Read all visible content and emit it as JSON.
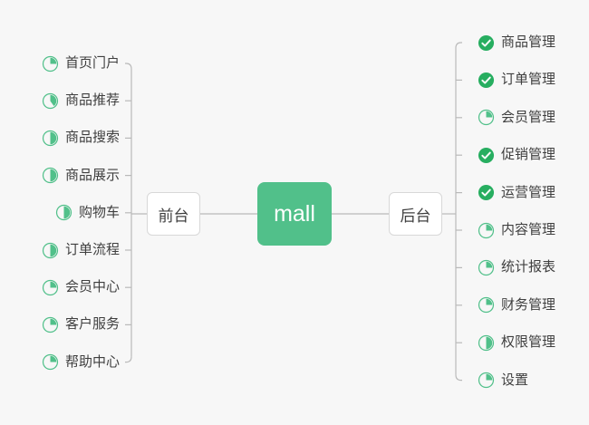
{
  "diagram": {
    "type": "mind-map",
    "title": "mall",
    "background_color": "#f7f7f7",
    "accent_color": "#51c08a",
    "done_color": "#27ae60",
    "connector_color": "#b9b9b9",
    "text_color": "#3f3f3f"
  },
  "root": {
    "label": "mall"
  },
  "branches": [
    {
      "id": "front",
      "label": "前台",
      "side": "left",
      "items": [
        {
          "label": "首页门户",
          "icon": "pie-progress-icon",
          "progress": 25,
          "status": "in-progress"
        },
        {
          "label": "商品推荐",
          "icon": "pie-progress-icon",
          "progress": 40,
          "status": "in-progress"
        },
        {
          "label": "商品搜索",
          "icon": "pie-progress-icon",
          "progress": 50,
          "status": "in-progress"
        },
        {
          "label": "商品展示",
          "icon": "pie-progress-icon",
          "progress": 50,
          "status": "in-progress"
        },
        {
          "label": "购物车",
          "icon": "pie-progress-icon",
          "progress": 50,
          "status": "in-progress"
        },
        {
          "label": "订单流程",
          "icon": "pie-progress-icon",
          "progress": 50,
          "status": "in-progress"
        },
        {
          "label": "会员中心",
          "icon": "pie-progress-icon",
          "progress": 25,
          "status": "in-progress"
        },
        {
          "label": "客户服务",
          "icon": "pie-progress-icon",
          "progress": 25,
          "status": "in-progress"
        },
        {
          "label": "帮助中心",
          "icon": "pie-progress-icon",
          "progress": 25,
          "status": "in-progress"
        }
      ]
    },
    {
      "id": "back",
      "label": "后台",
      "side": "right",
      "items": [
        {
          "label": "商品管理",
          "icon": "check-circle-icon",
          "progress": 100,
          "status": "done"
        },
        {
          "label": "订单管理",
          "icon": "check-circle-icon",
          "progress": 100,
          "status": "done"
        },
        {
          "label": "会员管理",
          "icon": "pie-progress-icon",
          "progress": 25,
          "status": "in-progress"
        },
        {
          "label": "促销管理",
          "icon": "check-circle-icon",
          "progress": 100,
          "status": "done"
        },
        {
          "label": "运营管理",
          "icon": "check-circle-icon",
          "progress": 100,
          "status": "done"
        },
        {
          "label": "内容管理",
          "icon": "pie-progress-icon",
          "progress": 25,
          "status": "in-progress"
        },
        {
          "label": "统计报表",
          "icon": "pie-progress-icon",
          "progress": 25,
          "status": "in-progress"
        },
        {
          "label": "财务管理",
          "icon": "pie-progress-icon",
          "progress": 25,
          "status": "in-progress"
        },
        {
          "label": "权限管理",
          "icon": "pie-progress-icon",
          "progress": 50,
          "status": "in-progress"
        },
        {
          "label": "设置",
          "icon": "pie-progress-icon",
          "progress": 25,
          "status": "in-progress"
        }
      ]
    }
  ]
}
